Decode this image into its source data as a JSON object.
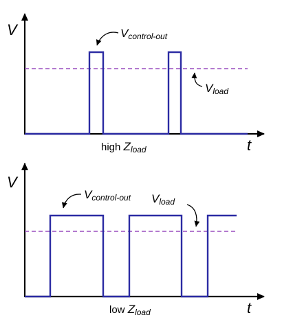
{
  "top": {
    "y_axis_label": "V",
    "x_axis_label": "t",
    "label_control": {
      "main": "V",
      "sub": "control-out"
    },
    "label_load": {
      "main": "V",
      "sub": "load"
    },
    "caption": {
      "prefix": "high ",
      "main": "Z",
      "sub": "load"
    }
  },
  "bottom": {
    "y_axis_label": "V",
    "x_axis_label": "t",
    "label_control": {
      "main": "V",
      "sub": "control-out"
    },
    "label_load": {
      "main": "V",
      "sub": "load"
    },
    "caption": {
      "prefix": "low ",
      "main": "Z",
      "sub": "load"
    }
  },
  "colors": {
    "signal": "#2b2ba3",
    "reference": "#9a4fbf",
    "axes": "#000000"
  }
}
